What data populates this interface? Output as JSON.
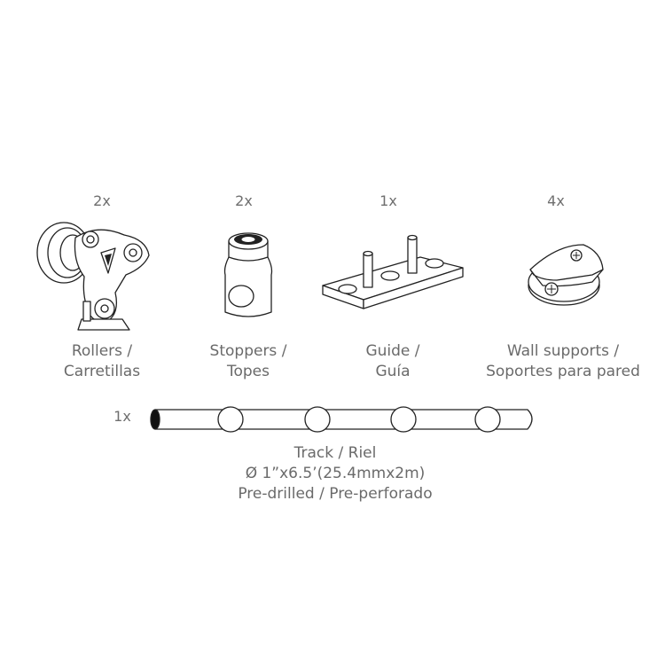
{
  "parts": [
    {
      "qty": "2x",
      "label_line1": "Rollers /",
      "label_line2": "Carretillas",
      "icon": "roller-icon"
    },
    {
      "qty": "2x",
      "label_line1": "Stoppers /",
      "label_line2": "Topes",
      "icon": "stopper-icon"
    },
    {
      "qty": "1x",
      "label_line1": "Guide /",
      "label_line2": "Guía",
      "icon": "guide-icon"
    },
    {
      "qty": "4x",
      "label_line1": "Wall supports /",
      "label_line2": "Soportes para pared",
      "icon": "wall-support-icon"
    }
  ],
  "track": {
    "qty": "1x",
    "label_line1": "Track / Riel",
    "label_line2": "Ø 1”x6.5’(25.4mmx2m)",
    "label_line3": "Pre-drilled / Pre-perforado",
    "icon": "track-icon"
  },
  "colors": {
    "text": "#6a6a6a",
    "line": "#222222"
  }
}
